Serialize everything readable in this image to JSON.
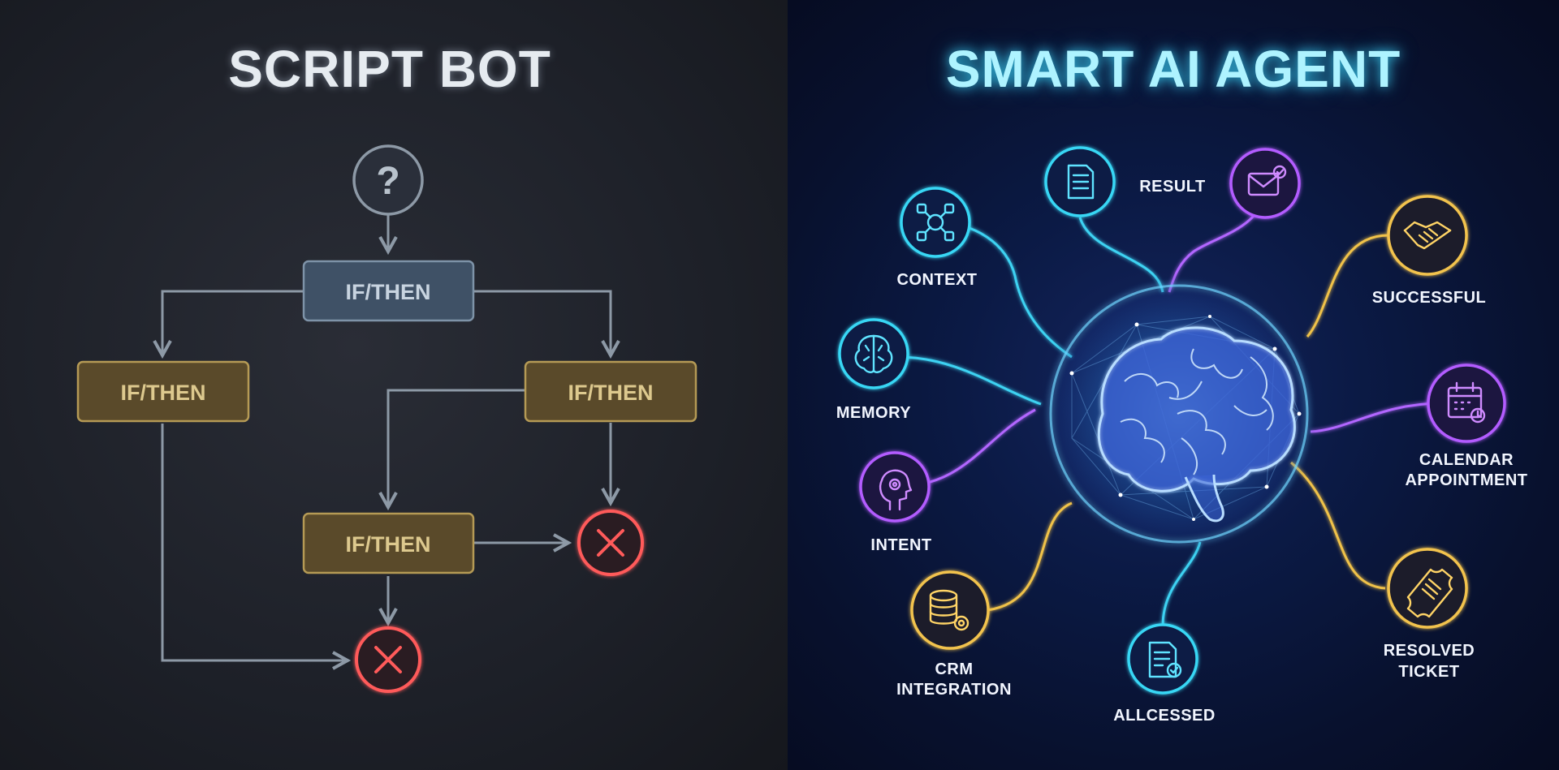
{
  "left_panel": {
    "title": "SCRIPT BOT",
    "question_mark": "?",
    "boxes": [
      "IF/THEN",
      "IF/THEN",
      "IF/THEN",
      "IF/THEN"
    ]
  },
  "right_panel": {
    "title": "SMART AI AGENT",
    "nodes": {
      "result": "RESULT",
      "context": "CONTEXT",
      "successful": "SUCCESSFUL",
      "memory": "MEMORY",
      "calendar_1": "CALENDAR",
      "calendar_2": "APPOINTMENT",
      "intent": "INTENT",
      "resolved_1": "RESOLVED",
      "resolved_2": "TICKET",
      "crm_1": "CRM",
      "crm_2": "INTEGRATION",
      "accessed": "ALLCESSED"
    }
  },
  "colors": {
    "left_bg": "#1d2028",
    "right_bg": "#0b1a45",
    "cyan": "#38d7f5",
    "purple": "#b35cff",
    "gold": "#f2c34e",
    "fail_red": "#ff5a5a",
    "box_blue": "#3f5166",
    "box_gold": "#5a4a2a"
  }
}
